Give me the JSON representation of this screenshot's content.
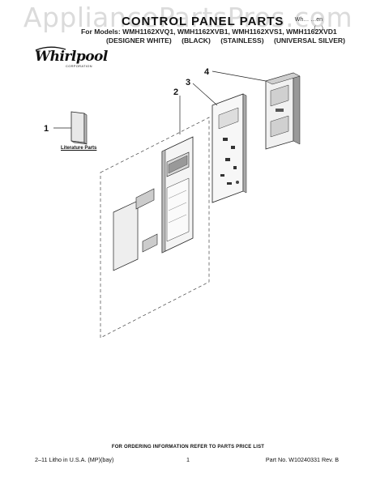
{
  "watermark": "AppliancePartsPros.com",
  "title": "CONTROL PANEL PARTS",
  "subtitle_right": "Wh…    …en",
  "right_small": "(…)",
  "for_models": "For Models: WMH1162XVQ1, WMH1162XVB1, WMH1162XVS1, WMH1162XVD1",
  "variants": [
    "(DESIGNER WHITE)",
    "(BLACK)",
    "(STAINLESS)",
    "(UNIVERSAL SILVER)"
  ],
  "logo": {
    "name": "Whirlpool",
    "sub": "CORPORATION"
  },
  "callouts": [
    "1",
    "2",
    "3",
    "4"
  ],
  "literature_label": "Literature Parts",
  "footer": {
    "center": "FOR ORDERING INFORMATION REFER TO PARTS PRICE LIST",
    "left": "2–11 Litho in U.S.A. (MP)(bay)",
    "page": "1",
    "right": "Part No. W10240331 Rev. B"
  }
}
